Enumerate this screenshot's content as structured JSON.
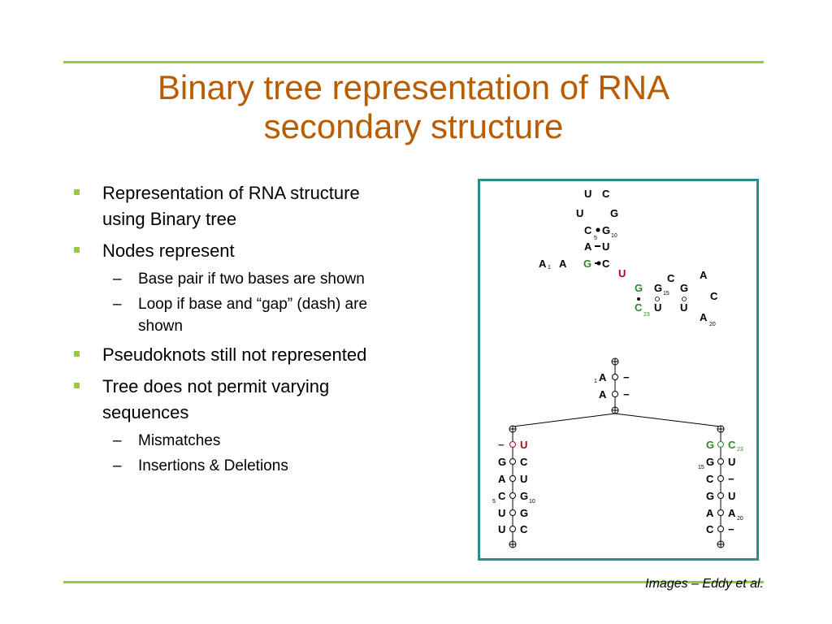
{
  "slide": {
    "title_line1": "Binary tree representation of RNA",
    "title_line2": "secondary structure",
    "credit": "Images – Eddy et al."
  },
  "bullets": [
    {
      "text_line1": "Representation of  RNA structure",
      "text_line2": "using Binary tree"
    },
    {
      "text": "Nodes represent",
      "sub": [
        "Base pair if two bases are shown",
        "Loop if base and “gap” (dash) are",
        "shown"
      ]
    },
    {
      "text": "Pseudoknots still not represented"
    },
    {
      "text_line1": "Tree does not permit varying",
      "text_line2": "sequences",
      "sub": [
        "Mismatches",
        "Insertions & Deletions"
      ]
    }
  ],
  "figure": {
    "structure": {
      "row1": [
        "U",
        "C"
      ],
      "row2": [
        "U",
        "G"
      ],
      "row3": [
        "C",
        "G",
        "5",
        "10"
      ],
      "row4": [
        "A",
        "U"
      ],
      "row5": [
        "A",
        "1",
        "A",
        "G",
        "C"
      ],
      "row6": [
        "U"
      ],
      "right": [
        "C",
        "A",
        "G",
        "G",
        "15",
        "G",
        "C",
        "C",
        "23",
        "U",
        "U",
        "A",
        "20"
      ]
    },
    "tree": {
      "root": {
        "left": [
          "A",
          "A"
        ],
        "right": [
          "−",
          "−"
        ],
        "index": "1"
      },
      "left_branch": {
        "left": [
          "−",
          "G",
          "A",
          "C",
          "U",
          "U"
        ],
        "right": [
          "U",
          "C",
          "U",
          "G",
          "G",
          "C"
        ],
        "index5": "5",
        "index10": "10"
      },
      "right_branch": {
        "left": [
          "G",
          "G",
          "C",
          "G",
          "A",
          "C"
        ],
        "right": [
          "C",
          "U",
          "−",
          "U",
          "A",
          "−"
        ],
        "index23": "23",
        "index15": "15",
        "index20": "20"
      }
    }
  }
}
